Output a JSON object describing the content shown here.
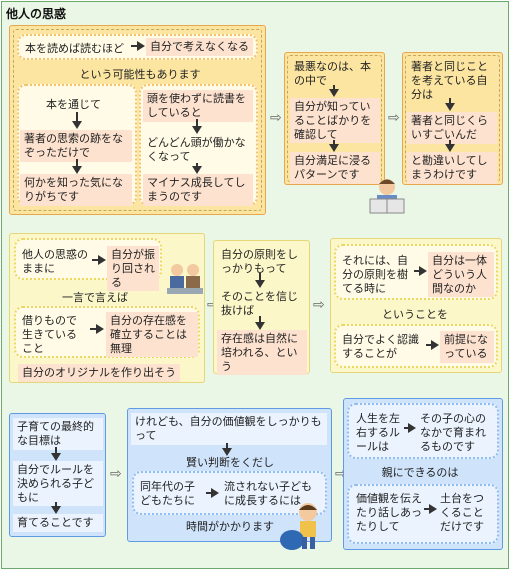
{
  "title": "他人の思惑",
  "section1": {
    "top": "本を読めば読むほど",
    "top_result": "自分で考えなくなる",
    "mid": "という可能性もあります",
    "left": [
      "本を通じて",
      "著者の思索の跡をなぞっただけで",
      "何かを知った気になりがちです"
    ],
    "right": [
      "頭を使わずに読書をしていると",
      "どんどん頭が働かなくなって",
      "マイナス成長してしまうのです"
    ]
  },
  "section2": [
    "最悪なのは、本の中で",
    "自分が知っていることばかりを確認して",
    "自分満足に浸るパターンです"
  ],
  "section3": [
    "著者と同じことを考えている自分は",
    "著者と同じくらいすごいんだ",
    "と勘違いしてしまうわけです"
  ],
  "section4": {
    "top_left": "他人の思惑のままに",
    "top_right": "自分が振り回される",
    "mid": "一言で言えば",
    "bot_left": "借りもので生きていること",
    "bot_right": "自分の存在感を確立することは無理",
    "bottom": "自分のオリジナルを作り出そう"
  },
  "section5": [
    "自分の原則をしっかりもって",
    "そのことを信じ抜けば",
    "存在感は自然に培われる、という"
  ],
  "section6": {
    "top_left": "それには、自分の原則を樹てる時に",
    "top_right": "自分は一体どういう人間なのか",
    "mid": "ということを",
    "bot_left": "自分でよく認識することが",
    "bot_right": "前提になっている"
  },
  "section7": [
    "子育ての最終的な目標は",
    "自分でルールを決められる子どもに",
    "育てることです"
  ],
  "section8": {
    "top": "けれども、自分の価値観をしっかりもって",
    "mid": "賢い判断をくだし",
    "left": "同年代の子どもたちに",
    "right": "流されない子どもに成長するには",
    "bottom": "時間がかかります"
  },
  "section9": {
    "top_left": "人生を左右するルールは",
    "top_right": "その子の心のなかで育まれるものです",
    "mid": "親にできるのは",
    "bot_left": "価値観を伝えたり話しあったりして",
    "bot_right": "土台をつくることだけです"
  },
  "colors": {
    "orange_panel": "#fbe5a1",
    "yellow_panel": "#fbf7c9",
    "blue_panel": "#cfe3fb",
    "frame": "#eaf7e6"
  }
}
